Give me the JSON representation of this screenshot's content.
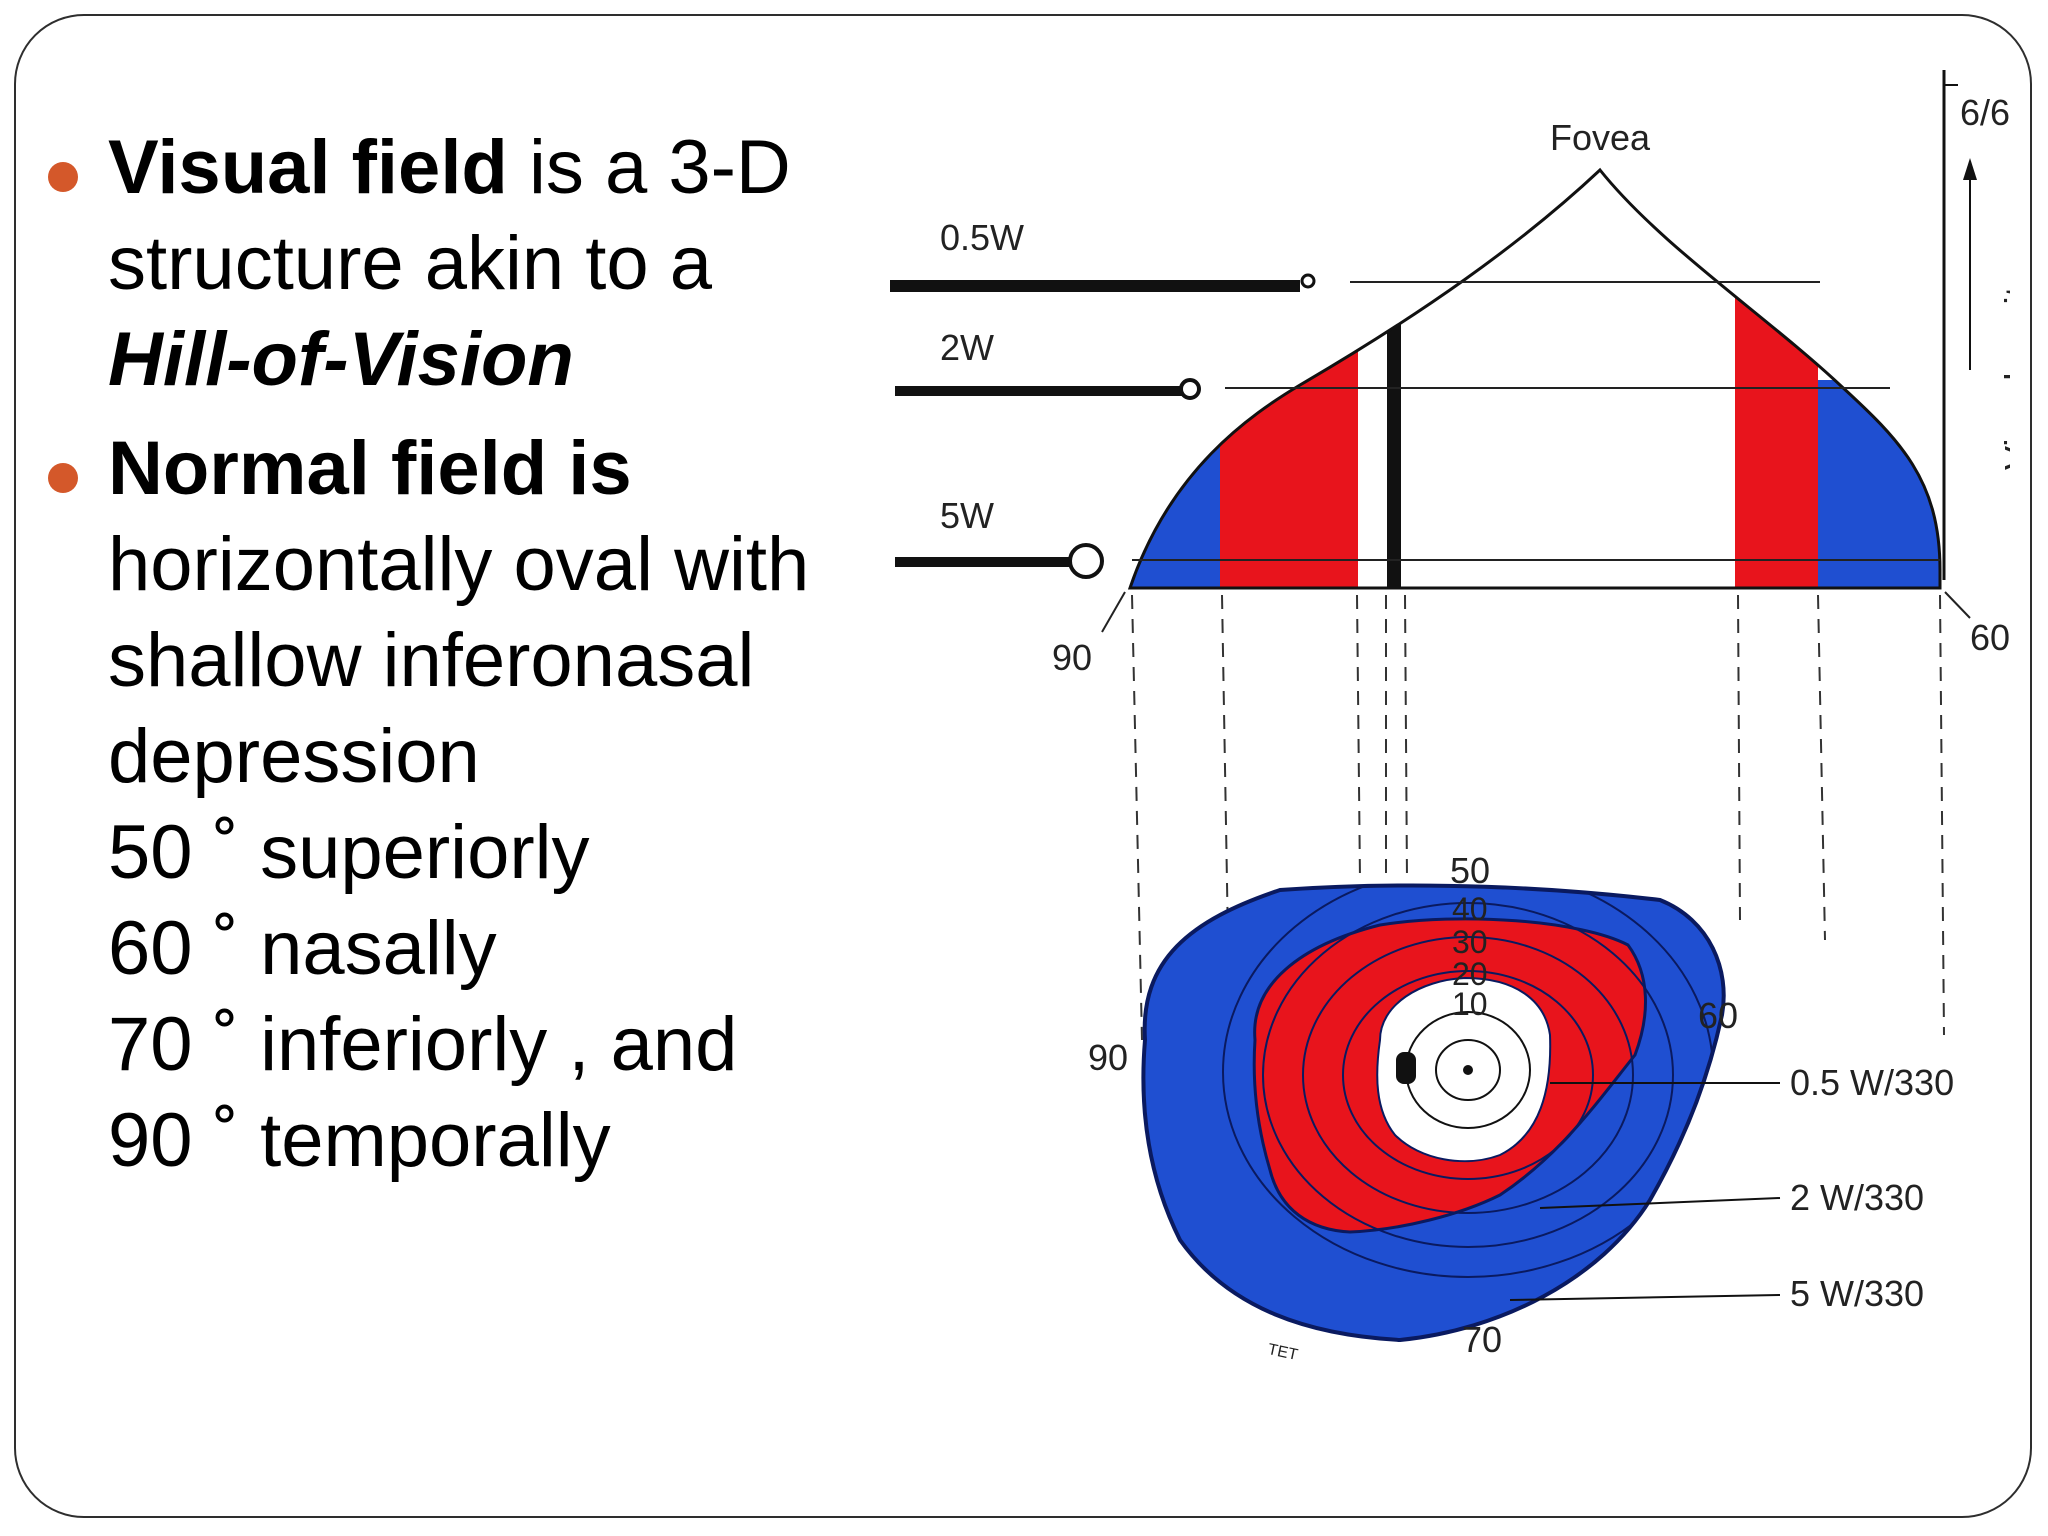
{
  "bullets": [
    {
      "lines": [
        {
          "parts": [
            {
              "text": "Visual field",
              "style": "bold"
            },
            {
              "text": " is a 3-D",
              "style": "normal"
            }
          ]
        },
        {
          "parts": [
            {
              "text": "structure akin  to  a",
              "style": "normal"
            }
          ]
        },
        {
          "parts": [
            {
              "text": "Hill-of-Vision",
              "style": "bolditalic"
            }
          ]
        }
      ]
    },
    {
      "lines": [
        {
          "parts": [
            {
              "text": "Normal field is",
              "style": "bold"
            }
          ]
        },
        {
          "parts": [
            {
              "text": "horizontally oval with",
              "style": "normal"
            }
          ]
        },
        {
          "parts": [
            {
              "text": "shallow inferonasal",
              "style": "normal"
            }
          ]
        },
        {
          "parts": [
            {
              "text": "depression",
              "style": "normal"
            }
          ]
        },
        {
          "parts": [
            {
              "text": "50 ˚ superiorly",
              "style": "normal"
            }
          ]
        },
        {
          "parts": [
            {
              "text": "60 ˚ nasally",
              "style": "normal"
            }
          ]
        },
        {
          "parts": [
            {
              "text": "70 ˚ inferiorly , and",
              "style": "normal"
            }
          ]
        },
        {
          "parts": [
            {
              "text": "90 ˚ temporally",
              "style": "normal"
            }
          ]
        }
      ]
    }
  ],
  "diagram": {
    "fovea_label": "Fovea",
    "acuity_top_label": "6/6",
    "acuity_axis_label": "Visual acuity",
    "isopter_labels": [
      "0.5W",
      "2W",
      "5W"
    ],
    "hill_edge_left": "90",
    "hill_edge_right": "60",
    "field_superior": "50",
    "field_nasal": "60",
    "field_temporal": "90",
    "field_inferior": "70",
    "ring_labels": [
      "40",
      "30",
      "20",
      "10"
    ],
    "isopter_callouts": [
      "0.5 W/330",
      "2 W/330",
      "5 W/330"
    ],
    "artist_mark": "TET",
    "colors": {
      "red": "#e8141c",
      "blue": "#1f4fd1",
      "bullet": "#d4582a"
    }
  }
}
